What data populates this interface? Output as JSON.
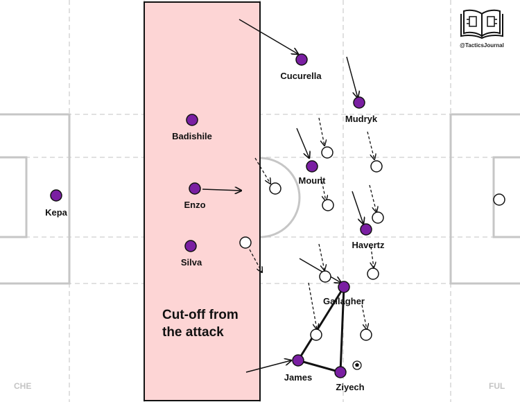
{
  "brand": {
    "icon": "book-goal-icon",
    "handle": "@TacticsJournal"
  },
  "teams": {
    "left": "CHE",
    "right": "FUL"
  },
  "zone": {
    "line1": "Cut-off from",
    "line2": "the attack",
    "color": "#fdd5d5"
  },
  "colors": {
    "player": "#7a1fa2",
    "opponent": "#ffffff",
    "lines": "#cfcfcf"
  },
  "players": [
    {
      "name": "Kepa"
    },
    {
      "name": "Badishile"
    },
    {
      "name": "Enzo"
    },
    {
      "name": "Silva"
    },
    {
      "name": "Cucurella"
    },
    {
      "name": "Mudryk"
    },
    {
      "name": "Mount"
    },
    {
      "name": "Havertz"
    },
    {
      "name": "Gallagher"
    },
    {
      "name": "James"
    },
    {
      "name": "Ziyech"
    }
  ]
}
